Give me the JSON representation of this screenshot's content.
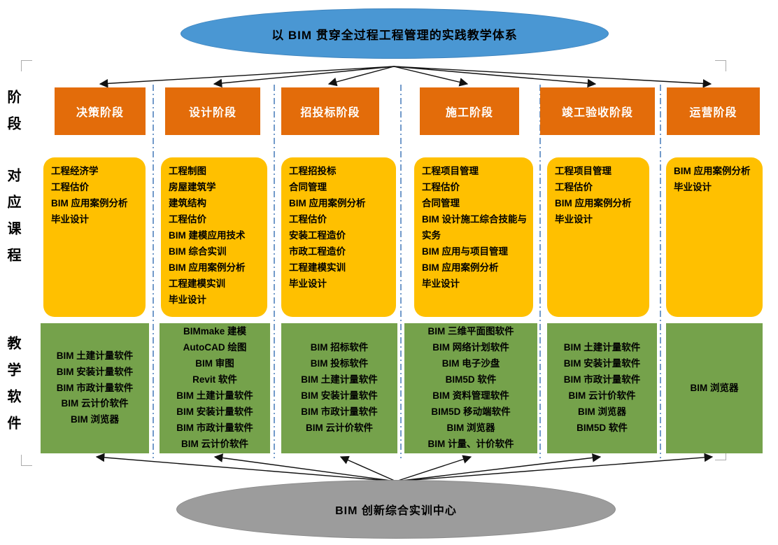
{
  "title": "以 BIM 贯穿全过程工程管理的实践教学体系",
  "bottom_label": "BIM 创新综合实训中心",
  "row_labels": [
    "阶段",
    "对应课程",
    "教学软件"
  ],
  "columns": [
    {
      "stage": "决策阶段",
      "courses": [
        "工程经济学",
        "工程估价",
        "BIM 应用案例分析",
        "毕业设计"
      ],
      "software": [
        "BIM 土建计量软件",
        "BIM 安装计量软件",
        "BIM 市政计量软件",
        "BIM 云计价软件",
        "BIM 浏览器"
      ]
    },
    {
      "stage": "设计阶段",
      "courses": [
        "工程制图",
        "房屋建筑学",
        "建筑结构",
        "工程估价",
        "BIM 建模应用技术",
        "BIM 综合实训",
        "BIM 应用案例分析",
        "工程建模实训",
        "毕业设计"
      ],
      "software": [
        "BIMmake 建模",
        "AutoCAD 绘图",
        "BIM 审图",
        "Revit 软件",
        "BIM 土建计量软件",
        "BIM 安装计量软件",
        "BIM 市政计量软件",
        "BIM 云计价软件"
      ]
    },
    {
      "stage": "招投标阶段",
      "courses": [
        "工程招投标",
        "合同管理",
        "BIM 应用案例分析",
        "工程估价",
        "安装工程造价",
        "市政工程造价",
        "工程建模实训",
        "毕业设计"
      ],
      "software": [
        "BIM 招标软件",
        "BIM 投标软件",
        "BIM 土建计量软件",
        "BIM 安装计量软件",
        "BIM 市政计量软件",
        "BIM 云计价软件"
      ]
    },
    {
      "stage": "施工阶段",
      "courses": [
        "工程项目管理",
        "工程估价",
        "合同管理",
        "BIM 设计施工综合技能与实务",
        "BIM 应用与项目管理",
        "BIM 应用案例分析",
        "毕业设计"
      ],
      "software": [
        "BIM 三维平面图软件",
        "BIM 网络计划软件",
        "BIM 电子沙盘",
        "BIM5D 软件",
        "BIM 资料管理软件",
        "BIM5D 移动端软件",
        "BIM 浏览器",
        "BIM 计量、计价软件"
      ]
    },
    {
      "stage": "竣工验收阶段",
      "courses": [
        "工程项目管理",
        "工程估价",
        "BIM 应用案例分析",
        "毕业设计"
      ],
      "software": [
        "BIM 土建计量软件",
        "BIM 安装计量软件",
        "BIM 市政计量软件",
        "BIM 云计价软件",
        "BIM 浏览器",
        "BIM5D 软件"
      ]
    },
    {
      "stage": "运营阶段",
      "courses": [
        "BIM 应用案例分析",
        "毕业设计"
      ],
      "software": [
        "BIM 浏览器"
      ]
    }
  ],
  "colors": {
    "title_ellipse": "#4A97D3",
    "stage_box": "#E36C0A",
    "courses_box": "#FFC000",
    "software_box": "#75A24B",
    "bottom_ellipse": "#9C9C9C",
    "separator_line": "#4F81BD",
    "arrow": "#111111"
  }
}
